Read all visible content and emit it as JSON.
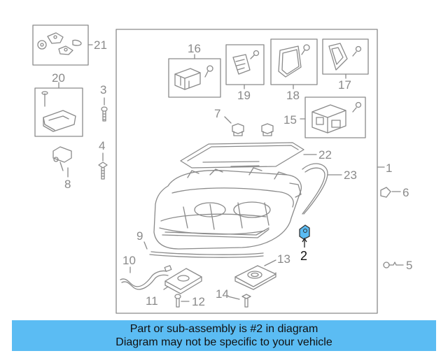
{
  "callouts": {
    "n1": "1",
    "n2": "2",
    "n3": "3",
    "n4": "4",
    "n5": "5",
    "n6": "6",
    "n7": "7",
    "n8": "8",
    "n9": "9",
    "n10": "10",
    "n11": "11",
    "n12": "12",
    "n13": "13",
    "n14": "14",
    "n15": "15",
    "n16": "16",
    "n17": "17",
    "n18": "18",
    "n19": "19",
    "n20": "20",
    "n21": "21",
    "n22": "22",
    "n23": "23"
  },
  "highlight": {
    "part": "2",
    "color": "#5bbcf3"
  },
  "banner": {
    "line1": "Part or sub-assembly is #2 in diagram",
    "line2": "Diagram may not be specific to your vehicle"
  },
  "colors": {
    "line": "#8a8a8a",
    "banner_bg": "#5bbcf3",
    "highlight": "#5bbcf3"
  }
}
